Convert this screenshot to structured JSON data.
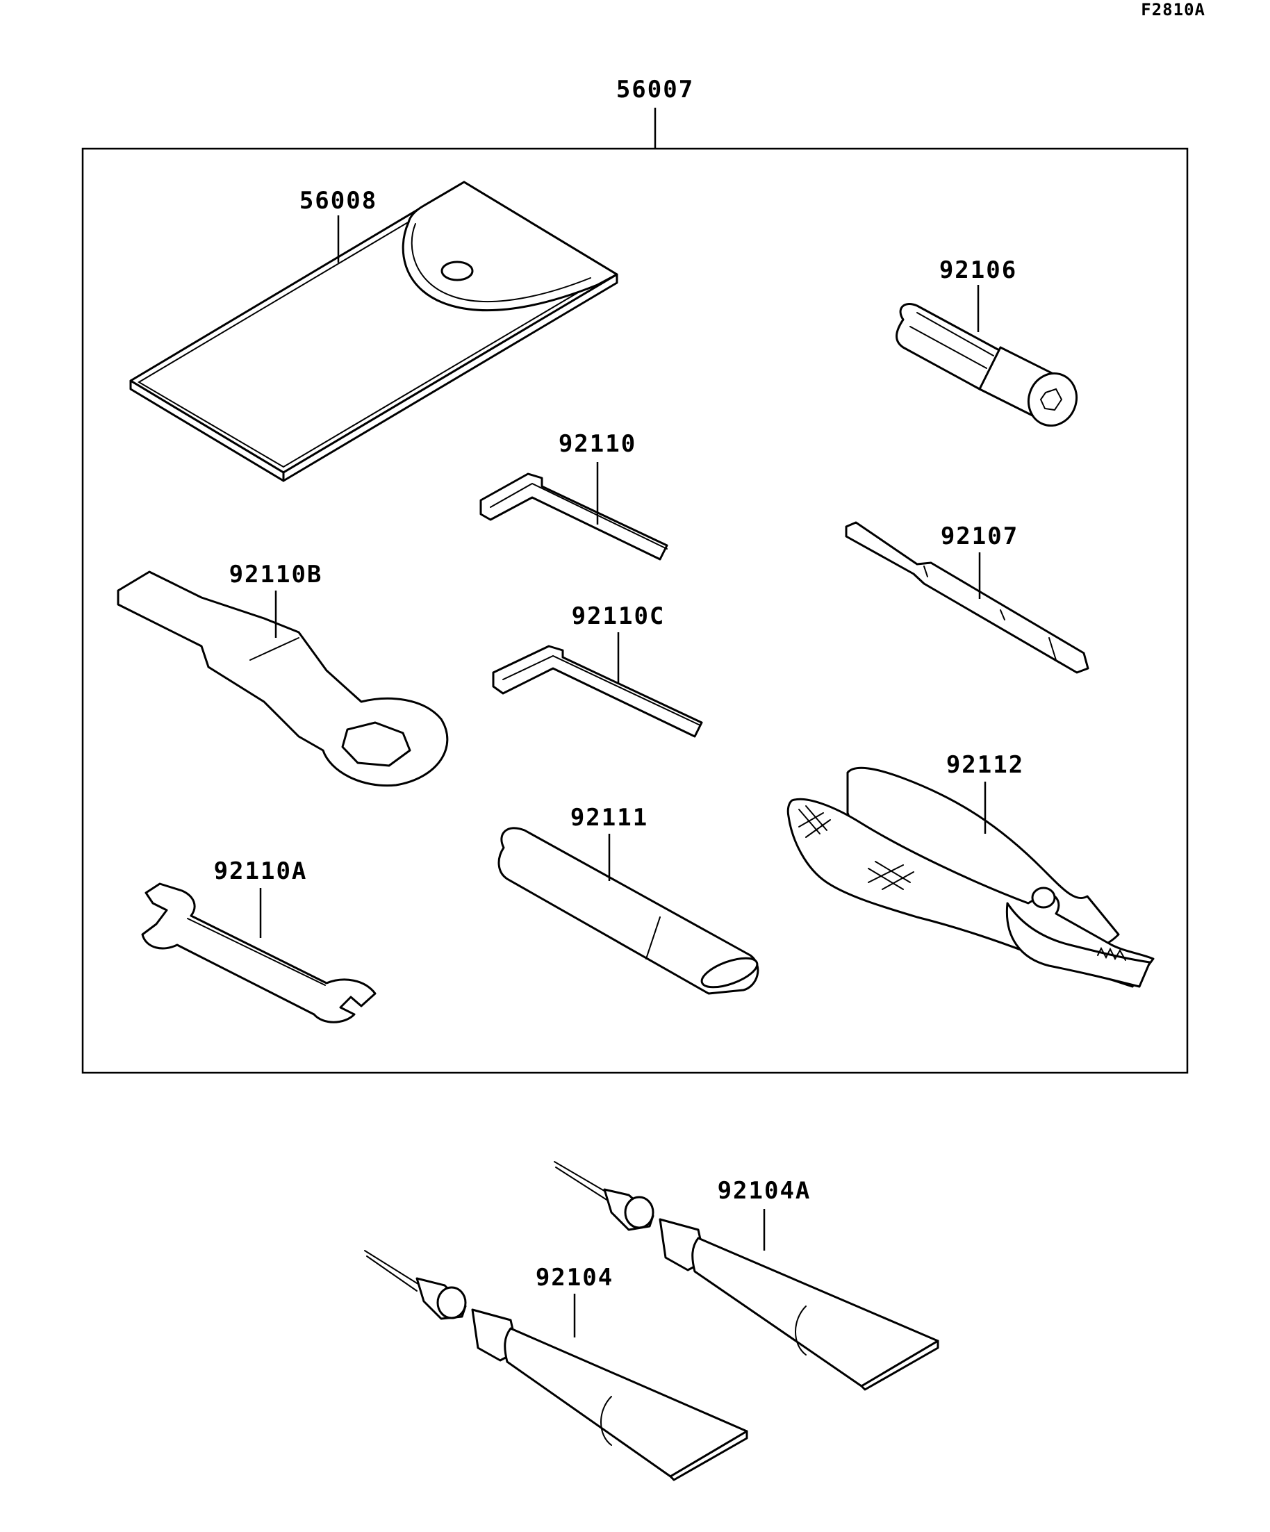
{
  "figure_code": "F2810A",
  "callouts": {
    "kit": "56007",
    "case": "56008",
    "socket_bit": "92106",
    "hex_key": "92110",
    "screwdriver": "92107",
    "box_wrench": "92110B",
    "hex_key_c": "92110C",
    "pliers": "92112",
    "handle": "92111",
    "open_wrench": "92110A",
    "grease_a": "92104A",
    "grease": "92104"
  }
}
